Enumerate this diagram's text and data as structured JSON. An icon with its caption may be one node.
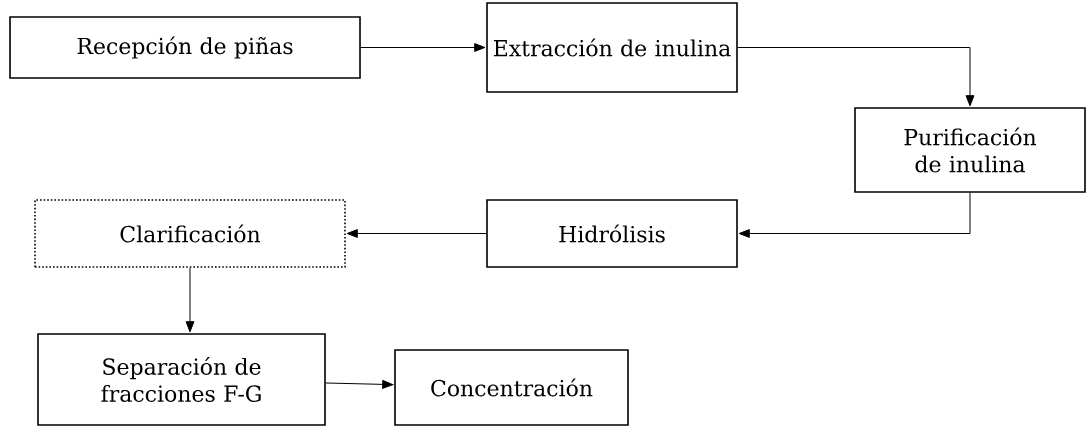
{
  "diagram": {
    "nodes": [
      {
        "text": [
          "Recepción de piñas"
        ]
      },
      {
        "text": [
          "Extracción de inulina"
        ]
      },
      {
        "text": [
          "Purificación de inulina"
        ]
      },
      {
        "text": [
          "Hidrólisis"
        ]
      },
      {
        "text": [
          "Clarificación"
        ]
      },
      {
        "text": [
          "Separación de fracciones F-G"
        ]
      },
      {
        "text": [
          "Concentración"
        ]
      }
    ],
    "edges": [
      {
        "from": 0,
        "to": 1,
        "arrow": "to"
      },
      {
        "from": 1,
        "to": 2,
        "arrow": "to"
      },
      {
        "from": 2,
        "to": 3,
        "arrow": "to"
      },
      {
        "from": 3,
        "to": 4,
        "arrow": "to"
      },
      {
        "from": 4,
        "to": 5,
        "arrow": "to"
      },
      {
        "from": 5,
        "to": 6,
        "arrow": "to"
      }
    ]
  }
}
